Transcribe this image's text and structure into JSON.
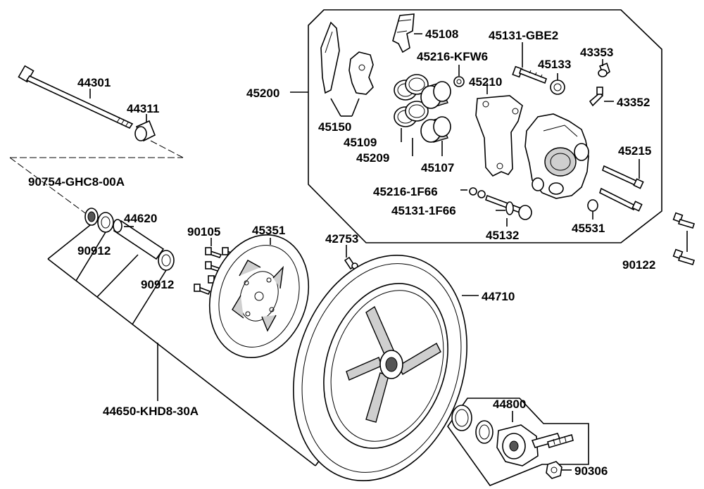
{
  "parts": {
    "p44301": "44301",
    "p44311": "44311",
    "p90754": "90754-GHC8-00A",
    "p44620": "44620",
    "p90912a": "90912",
    "p90912b": "90912",
    "p44650": "44650-KHD8-30A",
    "p90105": "90105",
    "p45351": "45351",
    "p42753": "42753",
    "p44710": "44710",
    "p44800": "44800",
    "p90306": "90306",
    "p90122": "90122",
    "p45200": "45200",
    "p45108": "45108",
    "p45131gbe2": "45131-GBE2",
    "p45216kfw6": "45216-KFW6",
    "p45133": "45133",
    "p43353": "43353",
    "p43352": "43352",
    "p45210": "45210",
    "p45150": "45150",
    "p45109": "45109",
    "p45209": "45209",
    "p45107": "45107",
    "p45215": "45215",
    "p45216_1f66": "45216-1F66",
    "p45131_1f66": "45131-1F66",
    "p45132": "45132",
    "p45531": "45531"
  }
}
